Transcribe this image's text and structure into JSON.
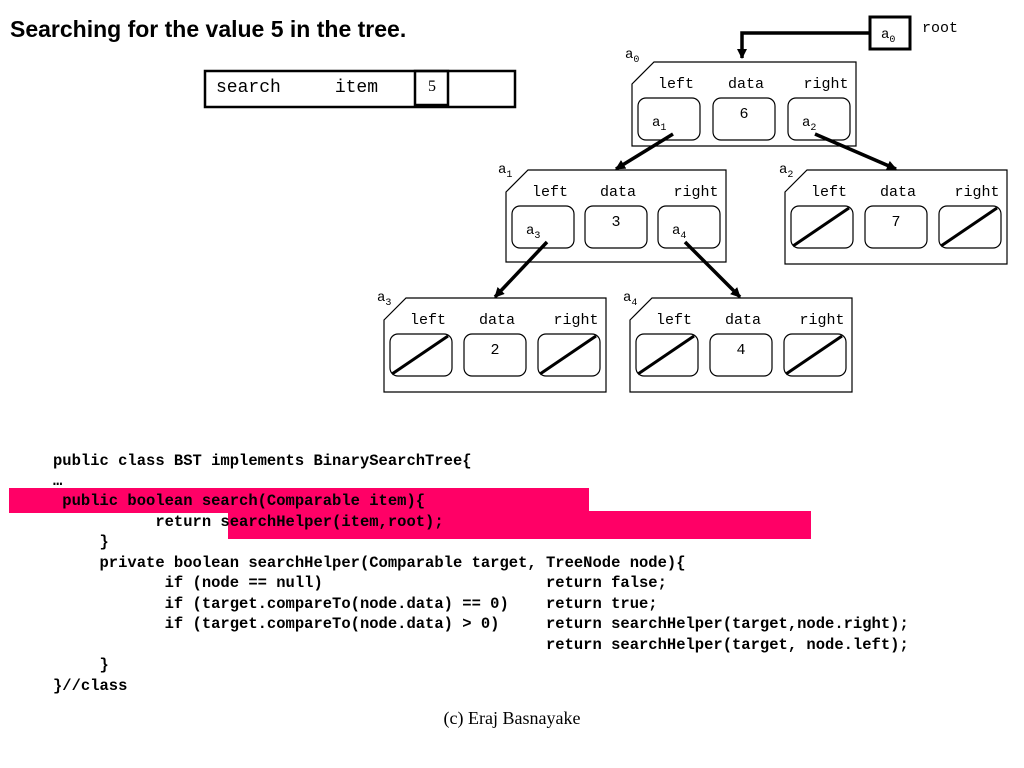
{
  "title": "Searching for the value 5 in the tree.",
  "search_box": {
    "label": "search     item",
    "value": "5"
  },
  "root": {
    "ref": "a0",
    "label": "root"
  },
  "nodes": [
    {
      "id": "a0",
      "left": "a1",
      "data": "6",
      "right": "a2"
    },
    {
      "id": "a1",
      "left": "a3",
      "data": "3",
      "right": "a4"
    },
    {
      "id": "a2",
      "left": "",
      "data": "7",
      "right": ""
    },
    {
      "id": "a3",
      "left": "",
      "data": "2",
      "right": ""
    },
    {
      "id": "a4",
      "left": "",
      "data": "4",
      "right": ""
    }
  ],
  "field_labels": {
    "left": "left",
    "data": "data",
    "right": "right"
  },
  "code": [
    "public class BST implements BinarySearchTree{",
    "…",
    " public boolean search(Comparable item){",
    "           return searchHelper(item,root);",
    "     }",
    "     private boolean searchHelper(Comparable target, TreeNode node){",
    "            if (node == null)                        return false;",
    "            if (target.compareTo(node.data) == 0)    return true;",
    "            if (target.compareTo(node.data) > 0)     return searchHelper(target,node.right);",
    "                                                     return searchHelper(target, node.left);",
    "     }",
    "}//class"
  ],
  "footer": "(c) Eraj Basnayake",
  "colors": {
    "highlight": "#ff0066",
    "ink": "#000000"
  }
}
